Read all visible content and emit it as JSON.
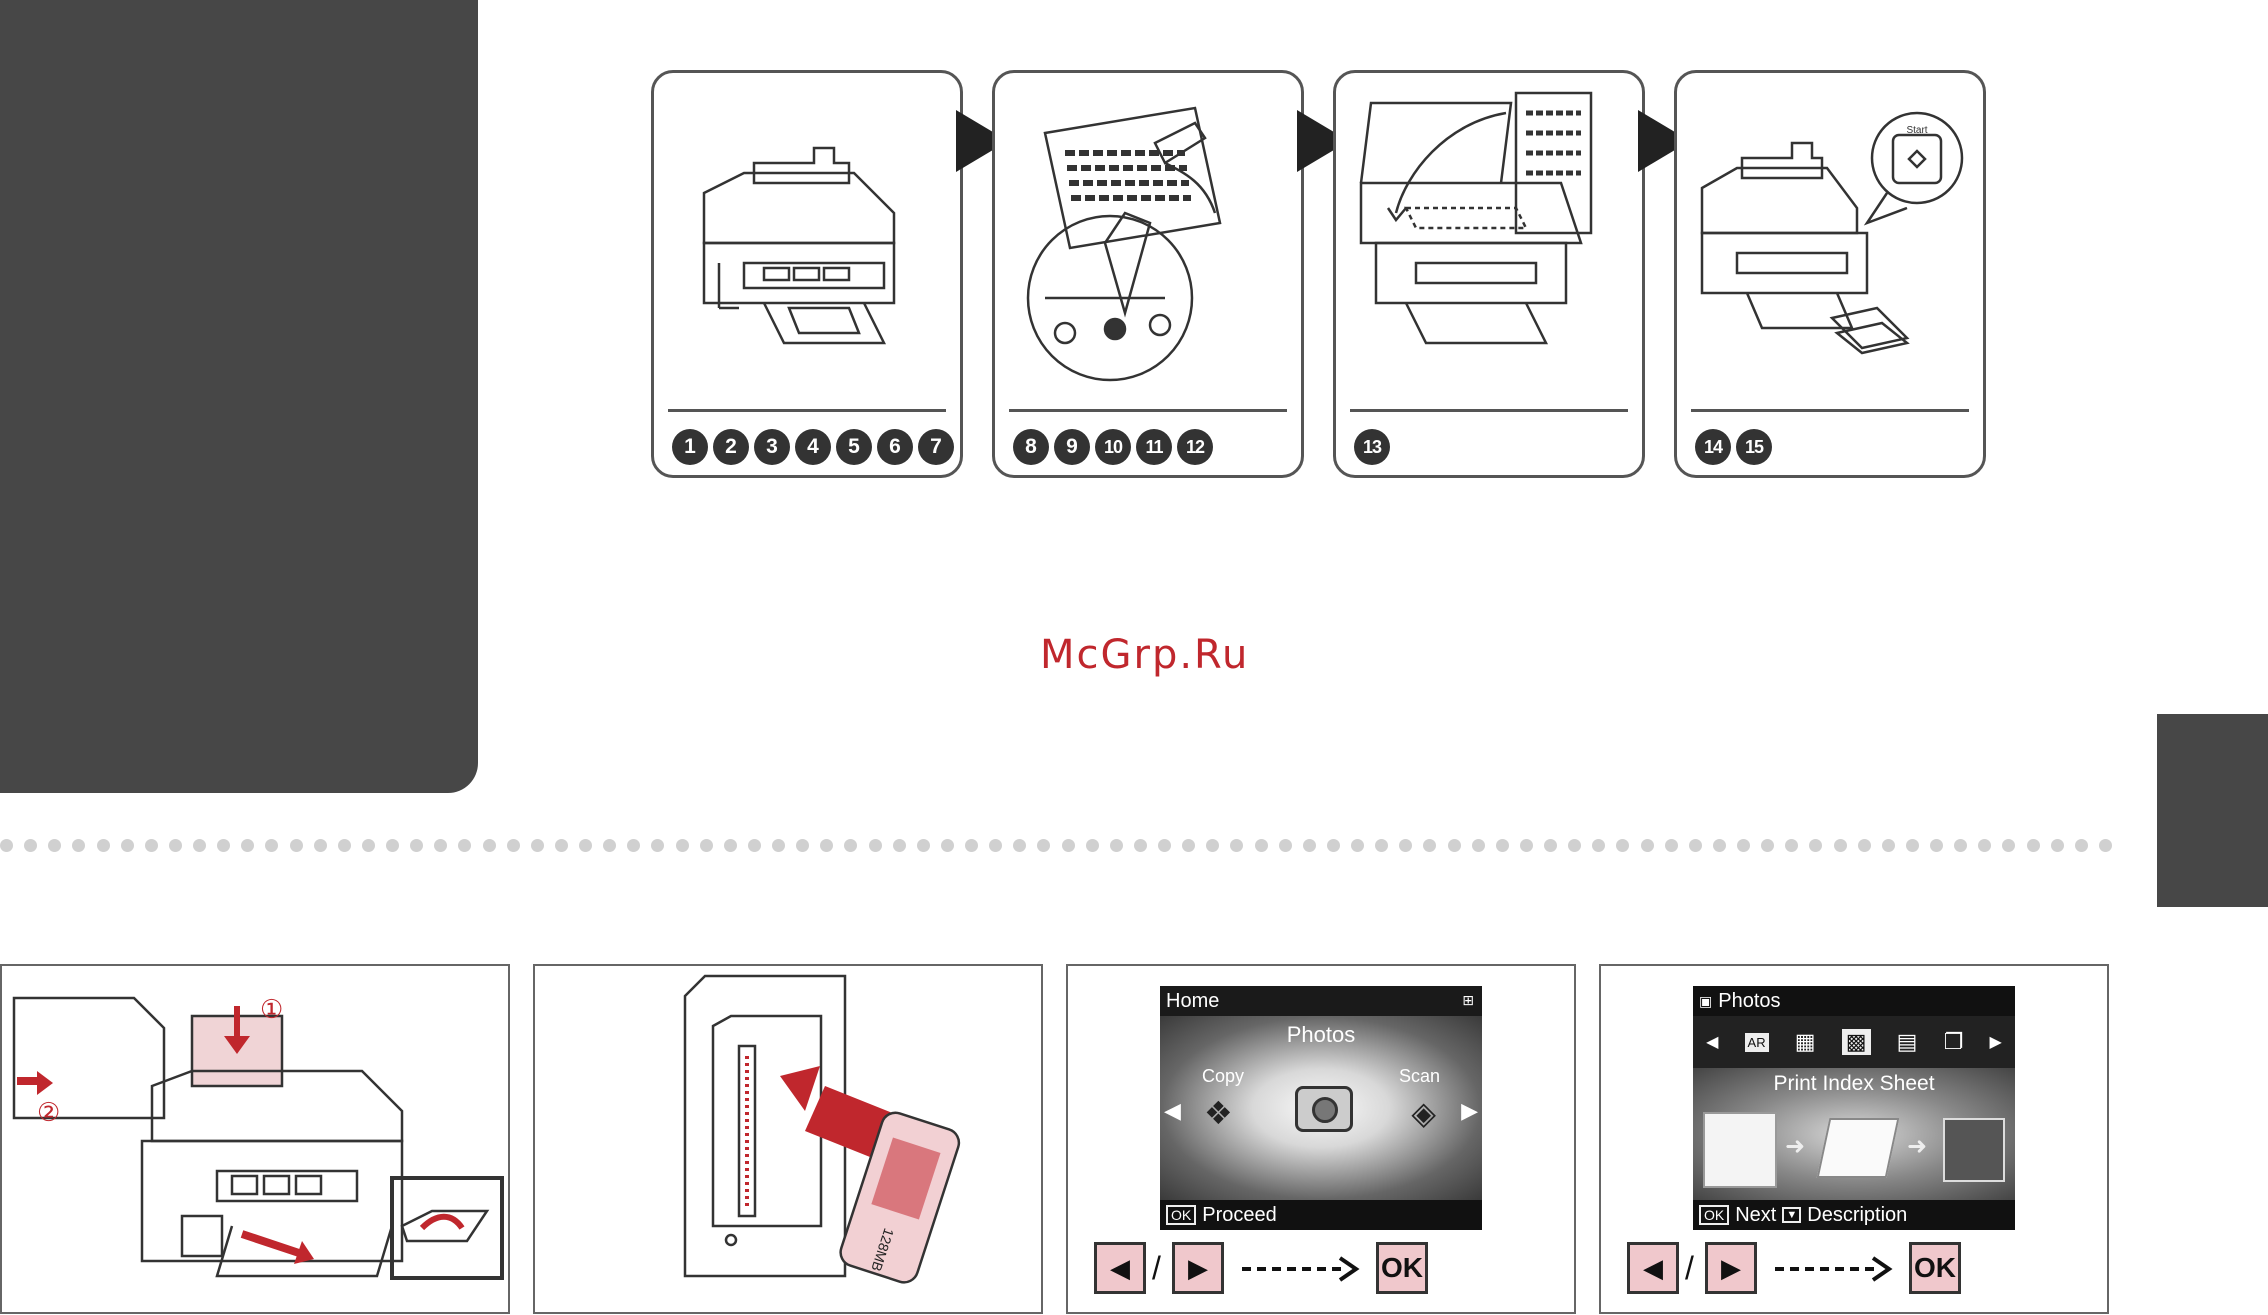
{
  "steps": [
    {
      "nums": [
        "1",
        "2",
        "3",
        "4",
        "5",
        "6",
        "7"
      ]
    },
    {
      "nums": [
        "8",
        "9",
        "10",
        "11",
        "12"
      ]
    },
    {
      "nums": [
        "13"
      ]
    },
    {
      "nums": [
        "14",
        "15"
      ]
    }
  ],
  "start_label": "Start",
  "watermark": "McGrp.Ru",
  "colors": {
    "dark": "#474747",
    "accent_red": "#c0272d",
    "button_pink": "#f0c8cc"
  },
  "panel1": {
    "circled_1": "①",
    "circled_2": "②"
  },
  "panel2": {
    "card_text": "128MB"
  },
  "panel3": {
    "header": "Home",
    "title": "Photos",
    "left_label": "Copy",
    "right_label": "Scan",
    "ok_badge": "OK",
    "footer": "Proceed"
  },
  "panel4": {
    "header": "Photos",
    "mode_label": "AR",
    "title": "Print Index Sheet",
    "ok_badge": "OK",
    "next_label": "Next",
    "desc_label": "Description"
  },
  "nav": {
    "left_glyph": "◀",
    "right_glyph": "▶",
    "slash": "/",
    "ok_label": "OK"
  }
}
